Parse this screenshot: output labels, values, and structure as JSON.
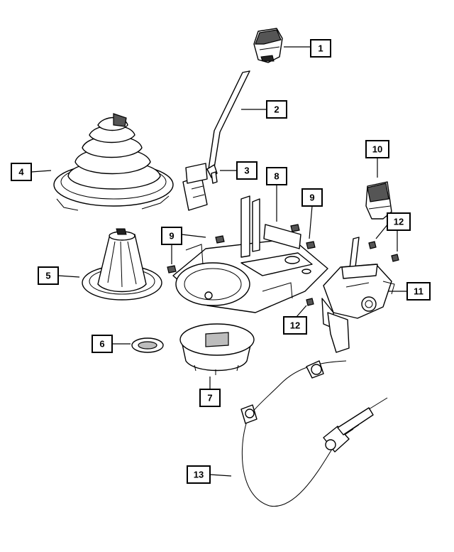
{
  "callouts": [
    {
      "id": "1",
      "label": "1"
    },
    {
      "id": "2",
      "label": "2"
    },
    {
      "id": "3",
      "label": "3"
    },
    {
      "id": "4",
      "label": "4"
    },
    {
      "id": "5",
      "label": "5"
    },
    {
      "id": "6",
      "label": "6"
    },
    {
      "id": "7",
      "label": "7"
    },
    {
      "id": "8",
      "label": "8"
    },
    {
      "id": "9a",
      "label": "9"
    },
    {
      "id": "9b",
      "label": "9"
    },
    {
      "id": "10",
      "label": "10"
    },
    {
      "id": "11",
      "label": "11"
    },
    {
      "id": "12a",
      "label": "12"
    },
    {
      "id": "12b",
      "label": "12"
    },
    {
      "id": "13",
      "label": "13"
    }
  ],
  "colors": {
    "line": "#000000",
    "background": "#ffffff",
    "shading": "#555555"
  }
}
